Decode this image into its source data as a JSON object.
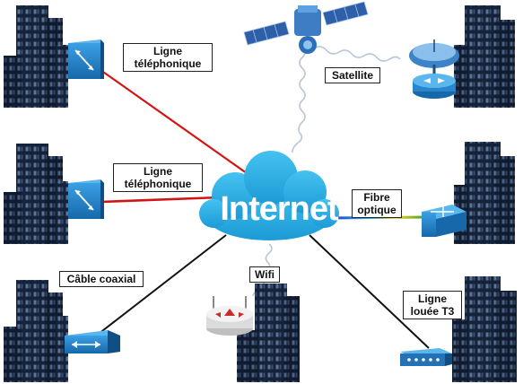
{
  "center": {
    "label": "Internet"
  },
  "links": [
    {
      "id": "phone1",
      "label": [
        "Ligne",
        "téléphonique"
      ]
    },
    {
      "id": "phone2",
      "label": [
        "Ligne",
        "téléphonique"
      ]
    },
    {
      "id": "satellite",
      "label": [
        "Satellite"
      ]
    },
    {
      "id": "fiber",
      "label": [
        "Fibre",
        "optique"
      ]
    },
    {
      "id": "coax",
      "label": [
        "Câble coaxial"
      ]
    },
    {
      "id": "wifi",
      "label": [
        "Wifi"
      ]
    },
    {
      "id": "t3",
      "label": [
        "Ligne",
        "louée T3"
      ]
    }
  ],
  "colors": {
    "building": "#14223a",
    "building_light": "#2a3d5c",
    "window": "#6f86a8",
    "device": "#1e80c8",
    "cloud": "#27aee6",
    "phone_line": "#d11414",
    "black_line": "#111111"
  }
}
